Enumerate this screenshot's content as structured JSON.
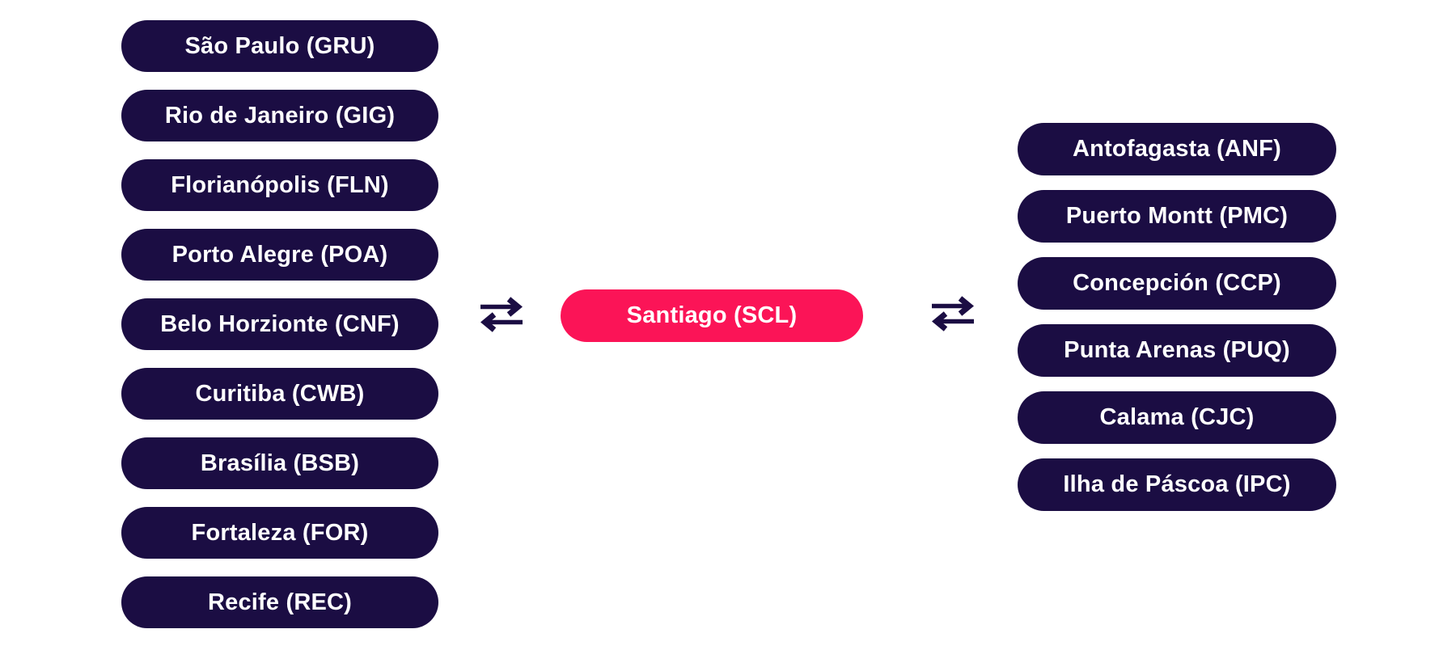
{
  "diagram": {
    "hub": {
      "label": "Santiago (SCL)"
    },
    "left_column": {
      "items": [
        {
          "label": "São Paulo (GRU)"
        },
        {
          "label": "Rio de Janeiro (GIG)"
        },
        {
          "label": "Florianópolis (FLN)"
        },
        {
          "label": "Porto Alegre (POA)"
        },
        {
          "label": "Belo Horzionte (CNF)"
        },
        {
          "label": "Curitiba (CWB)"
        },
        {
          "label": "Brasília (BSB)"
        },
        {
          "label": "Fortaleza (FOR)"
        },
        {
          "label": "Recife (REC)"
        }
      ]
    },
    "right_column": {
      "items": [
        {
          "label": "Antofagasta (ANF)"
        },
        {
          "label": "Puerto Montt (PMC)"
        },
        {
          "label": "Concepción (CCP)"
        },
        {
          "label": "Punta Arenas (PUQ)"
        },
        {
          "label": "Calama (CJC)"
        },
        {
          "label": "Ilha de Páscoa (IPC)"
        }
      ]
    },
    "icons": {
      "left": "swap-arrows-icon",
      "right": "swap-arrows-icon"
    },
    "colors": {
      "pill_navy": "#1B0D43",
      "hub_pink": "#FB1457",
      "text": "#FFFFFF",
      "background": "#FFFFFF"
    }
  }
}
